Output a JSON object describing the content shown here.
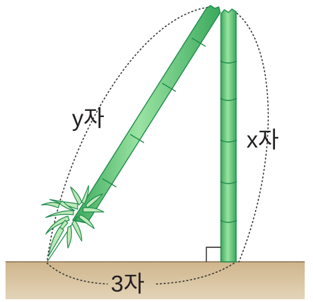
{
  "labels": {
    "hypotenuse": "y자",
    "height": "x자",
    "base": "3자"
  },
  "colors": {
    "ground": "#d7c3a0",
    "ground_top": "#8a6f4e",
    "bamboo_fill": "#7fd08a",
    "bamboo_edge": "#1f8a4c",
    "leaf_fill": "#bfe9b8",
    "dotted": "#333333"
  },
  "icons": {
    "right_angle": "right-angle-mark"
  }
}
